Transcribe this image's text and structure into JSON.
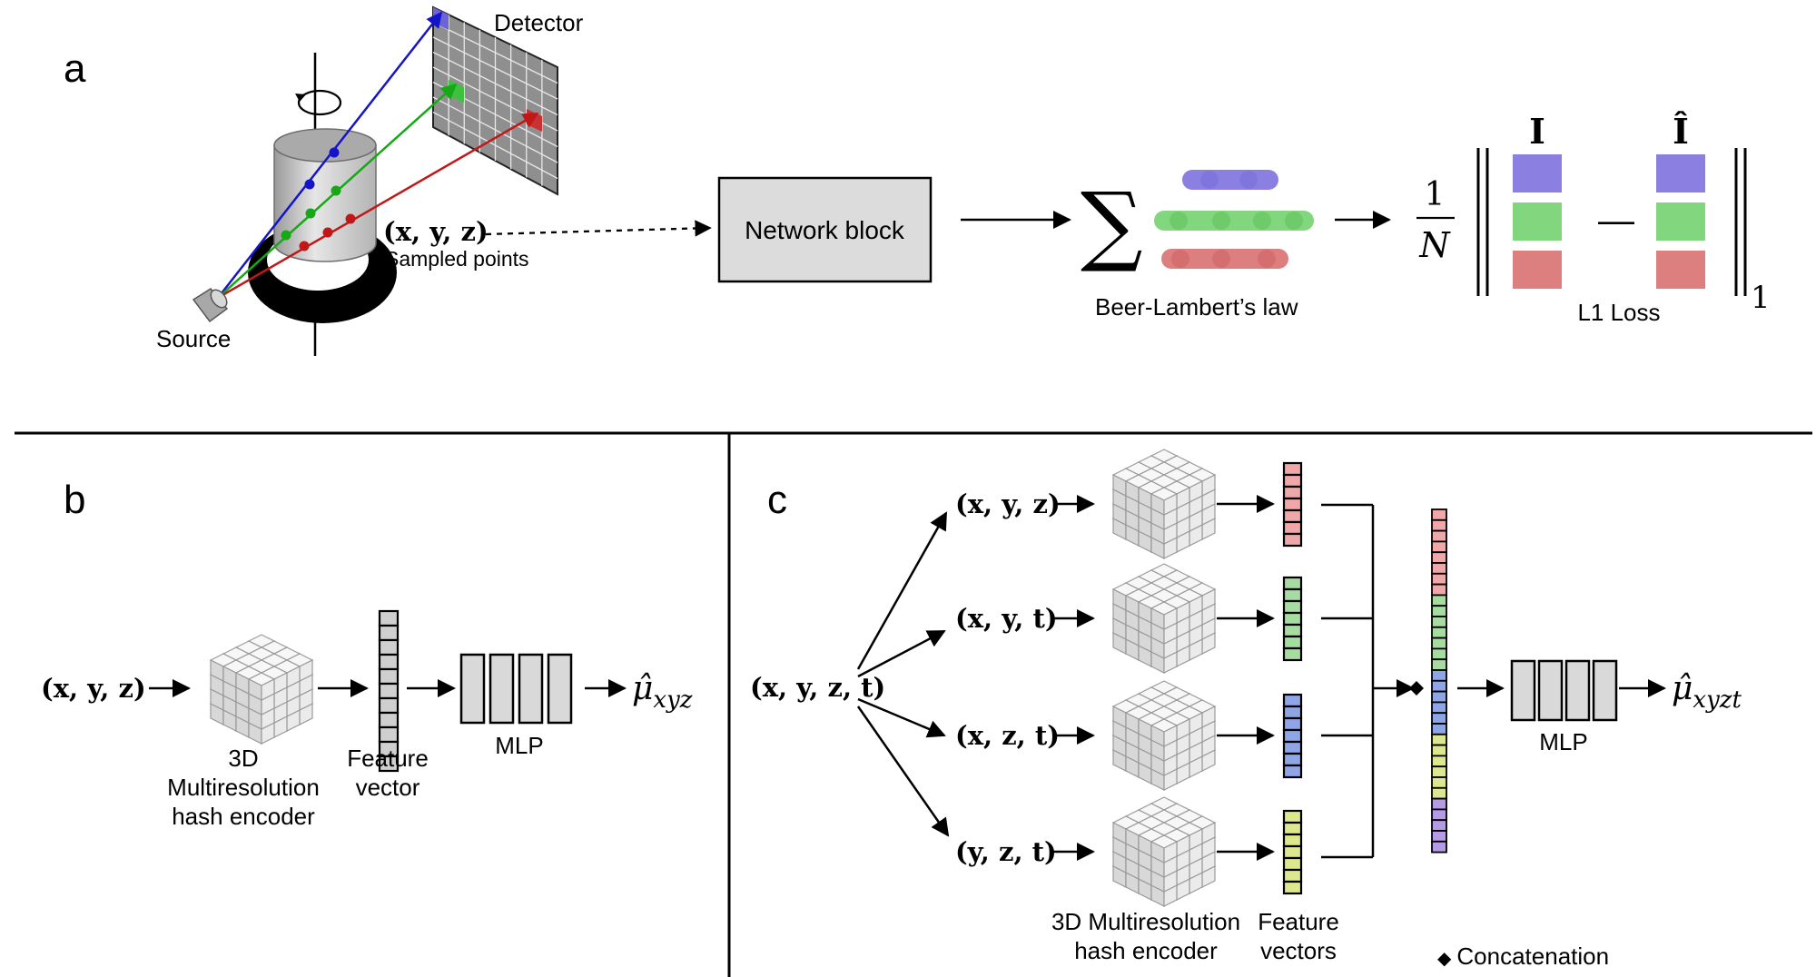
{
  "panels": {
    "a": "a",
    "b": "b",
    "c": "c"
  },
  "panel_a": {
    "detector": "Detector",
    "source": "Source",
    "sampled_coord": "(x, y, z)",
    "sampled_points": "Sampled points",
    "network_block": "Network block",
    "beer_lambert": "Beer-Lambert’s law",
    "frac_num": "1",
    "frac_den": "N",
    "I": "I",
    "I_hat": "Î",
    "minus": "—",
    "norm_sub": "1",
    "l1_loss": "L1 Loss",
    "colors": {
      "blue": "#8b80e2",
      "green": "#82d67d",
      "red": "#de7f7f"
    }
  },
  "panel_b": {
    "input": "(x, y, z)",
    "encoder_line1": "3D",
    "encoder_line2": "Multiresolution",
    "encoder_line3": "hash encoder",
    "feature_line1": "Feature",
    "feature_line2": "vector",
    "mlp": "MLP",
    "output_mu": "μ̂",
    "output_sub": "xyz"
  },
  "panel_c": {
    "input": "(x, y, z, t)",
    "branches": [
      {
        "coord": "(x, y, z)",
        "color": "#f0a7a7"
      },
      {
        "coord": "(x, y, t)",
        "color": "#a7dca0"
      },
      {
        "coord": "(x, z, t)",
        "color": "#8ea6e6"
      },
      {
        "coord": "(y, z, t)",
        "color": "#dde88e"
      }
    ],
    "encoder_line1": "3D Multiresolution",
    "encoder_line2": "hash encoder",
    "feature_line1": "Feature",
    "feature_line2": "vectors",
    "mlp": "MLP",
    "output_mu": "μ̂",
    "output_sub": "xyzt",
    "concat_label": "Concatenation",
    "concat_symbol": "◆",
    "concat_colors": [
      "#f0a7a7",
      "#a7dca0",
      "#8ea6e6",
      "#dde88e",
      "#b59ae6"
    ]
  }
}
